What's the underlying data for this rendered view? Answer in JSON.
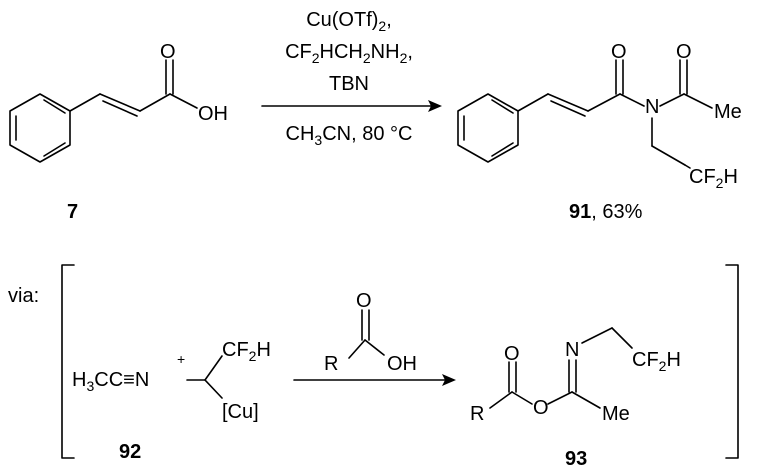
{
  "reaction": {
    "reagents": {
      "line1": [
        "Cu(OTf)",
        "2",
        ","
      ],
      "line2": [
        "CF",
        "2",
        "HCH",
        "2",
        "NH",
        "2",
        ","
      ],
      "line3": "TBN"
    },
    "conditions": [
      "CH",
      "3",
      "CN, 80 °C"
    ],
    "reactant": {
      "label": "7",
      "oh": "OH",
      "o": "O"
    },
    "product": {
      "label": "91",
      "yield": ", 63%",
      "me": "Me",
      "n": "N",
      "o1": "O",
      "o2": "O",
      "cf2h": [
        "CF",
        "2",
        "H"
      ]
    }
  },
  "mechanism": {
    "via": "via:",
    "intermediate_92": {
      "label": "92",
      "h3c": [
        "H",
        "3",
        "CC"
      ],
      "triple": "≡",
      "n": "N",
      "plus": "+",
      "cf2h": [
        "CF",
        "2",
        "H"
      ],
      "cu": "[Cu]"
    },
    "acid": {
      "r": "R",
      "o": "O",
      "oh": "OH"
    },
    "intermediate_93": {
      "label": "93",
      "r": "R",
      "o1": "O",
      "o2": "O",
      "n": "N",
      "me": "Me",
      "cf2h": [
        "CF",
        "2",
        "H"
      ]
    }
  }
}
